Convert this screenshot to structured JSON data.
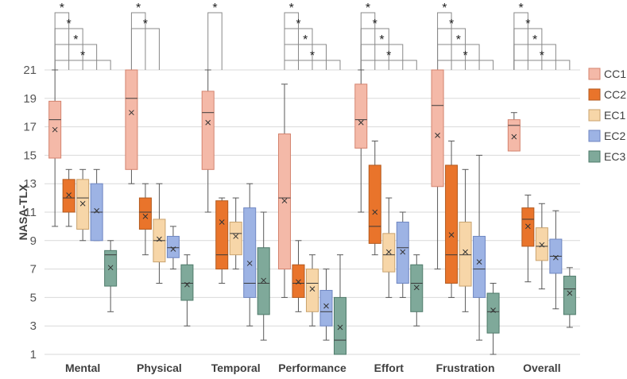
{
  "chart_data": {
    "type": "box",
    "ylabel": "NASA-TLX",
    "ylim": [
      1,
      21
    ],
    "yticks": [
      1,
      3,
      5,
      7,
      9,
      11,
      13,
      15,
      17,
      19,
      21
    ],
    "grid": "horizontal",
    "legend_position": "right",
    "categories": [
      "Mental",
      "Physical",
      "Temporal",
      "Performance",
      "Effort",
      "Frustration",
      "Overall"
    ],
    "series": [
      {
        "name": "CC1",
        "color": "#F4B9A8",
        "stroke": "#D4836E",
        "boxes": [
          {
            "min": 10,
            "q1": 14.8,
            "median": 17.5,
            "q3": 18.8,
            "max": 21,
            "mean": 16.8
          },
          {
            "min": 13,
            "q1": 14,
            "median": 19,
            "q3": 21,
            "max": 21,
            "mean": 18
          },
          {
            "min": 11,
            "q1": 14,
            "median": 18,
            "q3": 19.5,
            "max": 21,
            "mean": 17.3
          },
          {
            "min": 5,
            "q1": 7,
            "median": 12,
            "q3": 16.5,
            "max": 20,
            "mean": 11.8
          },
          {
            "min": 11,
            "q1": 15.5,
            "median": 17.5,
            "q3": 20,
            "max": 21,
            "mean": 17.3
          },
          {
            "min": 7,
            "q1": 12.8,
            "median": 18.5,
            "q3": 21,
            "max": 21,
            "mean": 16.4
          },
          {
            "min": 15.3,
            "q1": 15.3,
            "median": 17.1,
            "q3": 17.5,
            "max": 18,
            "mean": 16.3
          }
        ]
      },
      {
        "name": "CC2",
        "color": "#E9742B",
        "stroke": "#B35A1F",
        "boxes": [
          {
            "min": 10,
            "q1": 11,
            "median": 12,
            "q3": 13.3,
            "max": 14,
            "mean": 12.2
          },
          {
            "min": 8,
            "q1": 9.8,
            "median": 11,
            "q3": 12,
            "max": 13,
            "mean": 10.7
          },
          {
            "min": 6,
            "q1": 7,
            "median": 8,
            "q3": 11.8,
            "max": 12,
            "mean": 10.3
          },
          {
            "min": 4,
            "q1": 5,
            "median": 6,
            "q3": 7.3,
            "max": 9,
            "mean": 6.1
          },
          {
            "min": 8,
            "q1": 8.8,
            "median": 10,
            "q3": 14.3,
            "max": 16,
            "mean": 11
          },
          {
            "min": 5,
            "q1": 6,
            "median": 8,
            "q3": 14.3,
            "max": 16,
            "mean": 9.4
          },
          {
            "min": 6.1,
            "q1": 8.6,
            "median": 10.5,
            "q3": 11.3,
            "max": 12.2,
            "mean": 10
          }
        ]
      },
      {
        "name": "EC1",
        "color": "#F7D6A8",
        "stroke": "#C9A36E",
        "boxes": [
          {
            "min": 9,
            "q1": 9.8,
            "median": 12,
            "q3": 13.3,
            "max": 14,
            "mean": 11.6
          },
          {
            "min": 6,
            "q1": 7.5,
            "median": 9,
            "q3": 10.5,
            "max": 13,
            "mean": 9.1
          },
          {
            "min": 7,
            "q1": 8,
            "median": 9.5,
            "q3": 10.3,
            "max": 12,
            "mean": 9.3
          },
          {
            "min": 3,
            "q1": 4,
            "median": 6,
            "q3": 7,
            "max": 8,
            "mean": 5.6
          },
          {
            "min": 5,
            "q1": 6.8,
            "median": 8,
            "q3": 9.5,
            "max": 12,
            "mean": 8.2
          },
          {
            "min": 4,
            "q1": 5.8,
            "median": 8,
            "q3": 10.3,
            "max": 14,
            "mean": 8.2
          },
          {
            "min": 5.6,
            "q1": 7.6,
            "median": 8.6,
            "q3": 9.9,
            "max": 11.6,
            "mean": 8.7
          }
        ]
      },
      {
        "name": "EC2",
        "color": "#9DB3E4",
        "stroke": "#6E86C2",
        "boxes": [
          {
            "min": 9,
            "q1": 9,
            "median": 11,
            "q3": 13,
            "max": 14,
            "mean": 11.1
          },
          {
            "min": 7,
            "q1": 7.8,
            "median": 8.5,
            "q3": 9.3,
            "max": 10,
            "mean": 8.4
          },
          {
            "min": 3,
            "q1": 5,
            "median": 6,
            "q3": 11.3,
            "max": 13,
            "mean": 7.4
          },
          {
            "min": 2,
            "q1": 3,
            "median": 4,
            "q3": 5.5,
            "max": 7,
            "mean": 4.4
          },
          {
            "min": 5,
            "q1": 6,
            "median": 8.5,
            "q3": 10.3,
            "max": 11,
            "mean": 8.2
          },
          {
            "min": 2,
            "q1": 5,
            "median": 7,
            "q3": 9.3,
            "max": 15,
            "mean": 7.5
          },
          {
            "min": 4.2,
            "q1": 6.7,
            "median": 7.9,
            "q3": 9.1,
            "max": 11.1,
            "mean": 7.8
          }
        ]
      },
      {
        "name": "EC3",
        "color": "#7FA99A",
        "stroke": "#4E7A6A",
        "boxes": [
          {
            "min": 4,
            "q1": 5.8,
            "median": 8,
            "q3": 8.3,
            "max": 9,
            "mean": 7.1
          },
          {
            "min": 3,
            "q1": 4.8,
            "median": 6,
            "q3": 7.3,
            "max": 8,
            "mean": 5.9
          },
          {
            "min": 2,
            "q1": 3.8,
            "median": 6,
            "q3": 8.5,
            "max": 11,
            "mean": 6.2
          },
          {
            "min": 1,
            "q1": 1,
            "median": 2,
            "q3": 5,
            "max": 8,
            "mean": 2.9
          },
          {
            "min": 3,
            "q1": 4,
            "median": 6,
            "q3": 7.3,
            "max": 8,
            "mean": 5.7
          },
          {
            "min": 1,
            "q1": 2.5,
            "median": 4,
            "q3": 5.3,
            "max": 6,
            "mean": 4.1
          },
          {
            "min": 2.9,
            "q1": 3.8,
            "median": 5.6,
            "q3": 6.5,
            "max": 7.1,
            "mean": 5.3
          }
        ]
      }
    ],
    "significance": {
      "symbol": "*",
      "comparisons": [
        "CC1-CC2",
        "CC1-EC1",
        "CC1-EC2",
        "CC1-EC3"
      ],
      "per_category": [
        [
          "CC1-CC2",
          "CC1-EC1",
          "CC1-EC2",
          "CC1-EC3"
        ],
        [
          "CC1-CC2",
          "CC1-EC1"
        ],
        [
          "CC1-CC2"
        ],
        [
          "CC1-CC2",
          "CC1-EC1",
          "CC1-EC2",
          "CC1-EC3"
        ],
        [
          "CC1-CC2",
          "CC1-EC1",
          "CC1-EC2",
          "CC1-EC3"
        ],
        [
          "CC1-CC2",
          "CC1-EC1",
          "CC1-EC2",
          "CC1-EC3"
        ],
        [
          "CC1-CC2",
          "CC1-EC1",
          "CC1-EC2",
          "CC1-EC3"
        ]
      ]
    }
  }
}
